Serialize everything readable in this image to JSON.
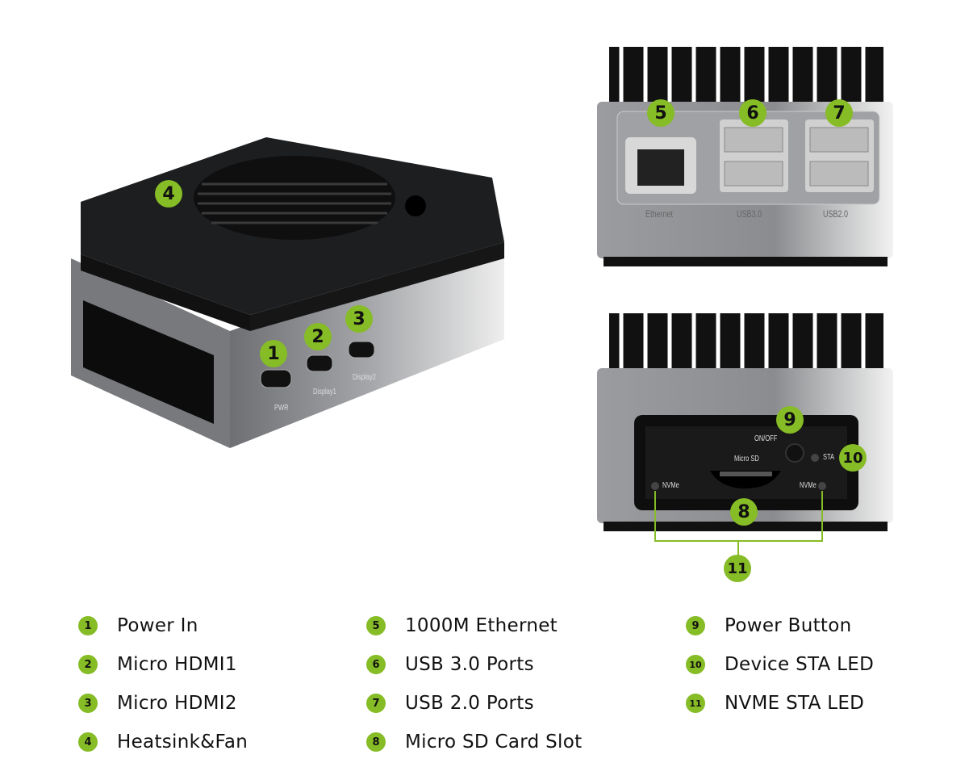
{
  "accent_color": "#86bc25",
  "device_labels": {
    "pwr": "PWR",
    "display1": "Display1",
    "display2": "Display2",
    "on_off": "ON/OFF",
    "micro_sd": "Micro SD",
    "sta": "STA",
    "nvme_left": "NVMe",
    "nvme_right": "NVMe",
    "ethernet": "Ethernet",
    "usb3": "USB3.0",
    "usb2": "USB2.0"
  },
  "callouts": [
    "1",
    "2",
    "3",
    "4",
    "5",
    "6",
    "7",
    "8",
    "9",
    "10",
    "11"
  ],
  "legend": [
    {
      "num": "1",
      "label": "Power In"
    },
    {
      "num": "2",
      "label": "Micro HDMI1"
    },
    {
      "num": "3",
      "label": "Micro HDMI2"
    },
    {
      "num": "4",
      "label": "Heatsink&Fan"
    },
    {
      "num": "5",
      "label": "1000M Ethernet"
    },
    {
      "num": "6",
      "label": "USB 3.0 Ports"
    },
    {
      "num": "7",
      "label": "USB 2.0 Ports"
    },
    {
      "num": "8",
      "label": "Micro SD Card Slot"
    },
    {
      "num": "9",
      "label": "Power Button"
    },
    {
      "num": "10",
      "label": "Device STA LED"
    },
    {
      "num": "11",
      "label": "NVME STA LED"
    }
  ]
}
